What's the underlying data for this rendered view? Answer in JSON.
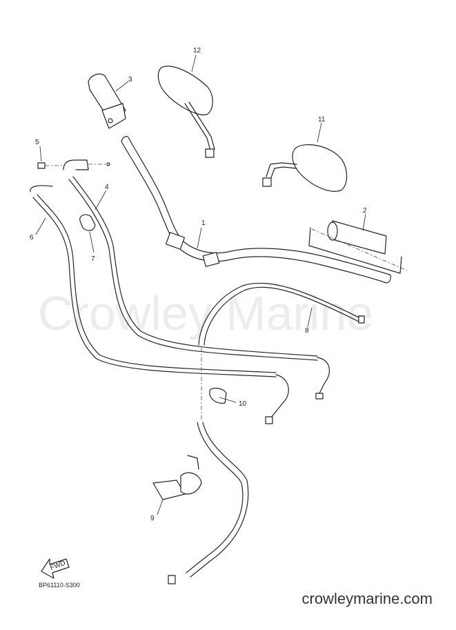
{
  "watermark": "Crowley Marine",
  "site": "crowleymarine.com",
  "diagram_code": "BP61110-S300",
  "fwd": "FWD",
  "callouts": {
    "c1": "1",
    "c2": "2",
    "c3": "3",
    "c4": "4",
    "c5": "5",
    "c6": "6",
    "c7": "7",
    "c8": "8",
    "c9": "9",
    "c10": "10",
    "c11": "11",
    "c12": "12"
  }
}
